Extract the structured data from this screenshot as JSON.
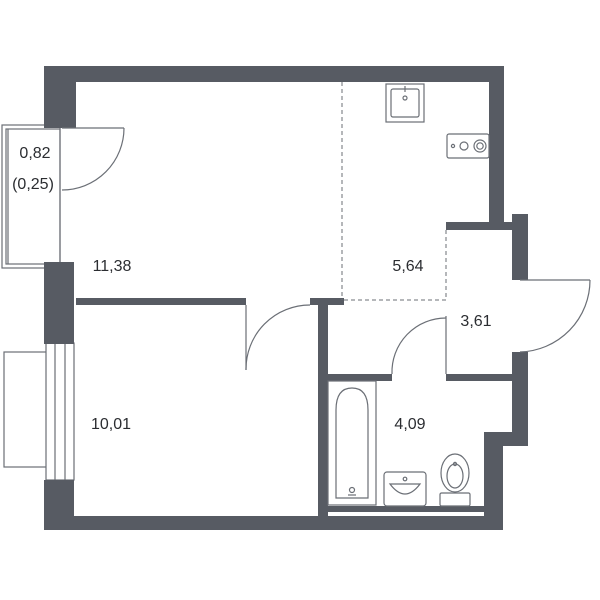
{
  "plan": {
    "colors": {
      "wall": "#575b63",
      "line": "#6b6f76",
      "text": "#2b2d31"
    },
    "rooms": [
      {
        "id": "balcony",
        "area": "0,82",
        "reduced_area": "(0,25)"
      },
      {
        "id": "living",
        "area": "11,38"
      },
      {
        "id": "kitchen",
        "area": "5,64"
      },
      {
        "id": "hallway",
        "area": "3,61"
      },
      {
        "id": "bedroom",
        "area": "10,01"
      },
      {
        "id": "bathroom",
        "area": "4,09"
      }
    ],
    "fixtures": [
      "sink-icon",
      "stove-icon",
      "bathtub-icon",
      "washbasin-icon",
      "toilet-icon"
    ]
  }
}
